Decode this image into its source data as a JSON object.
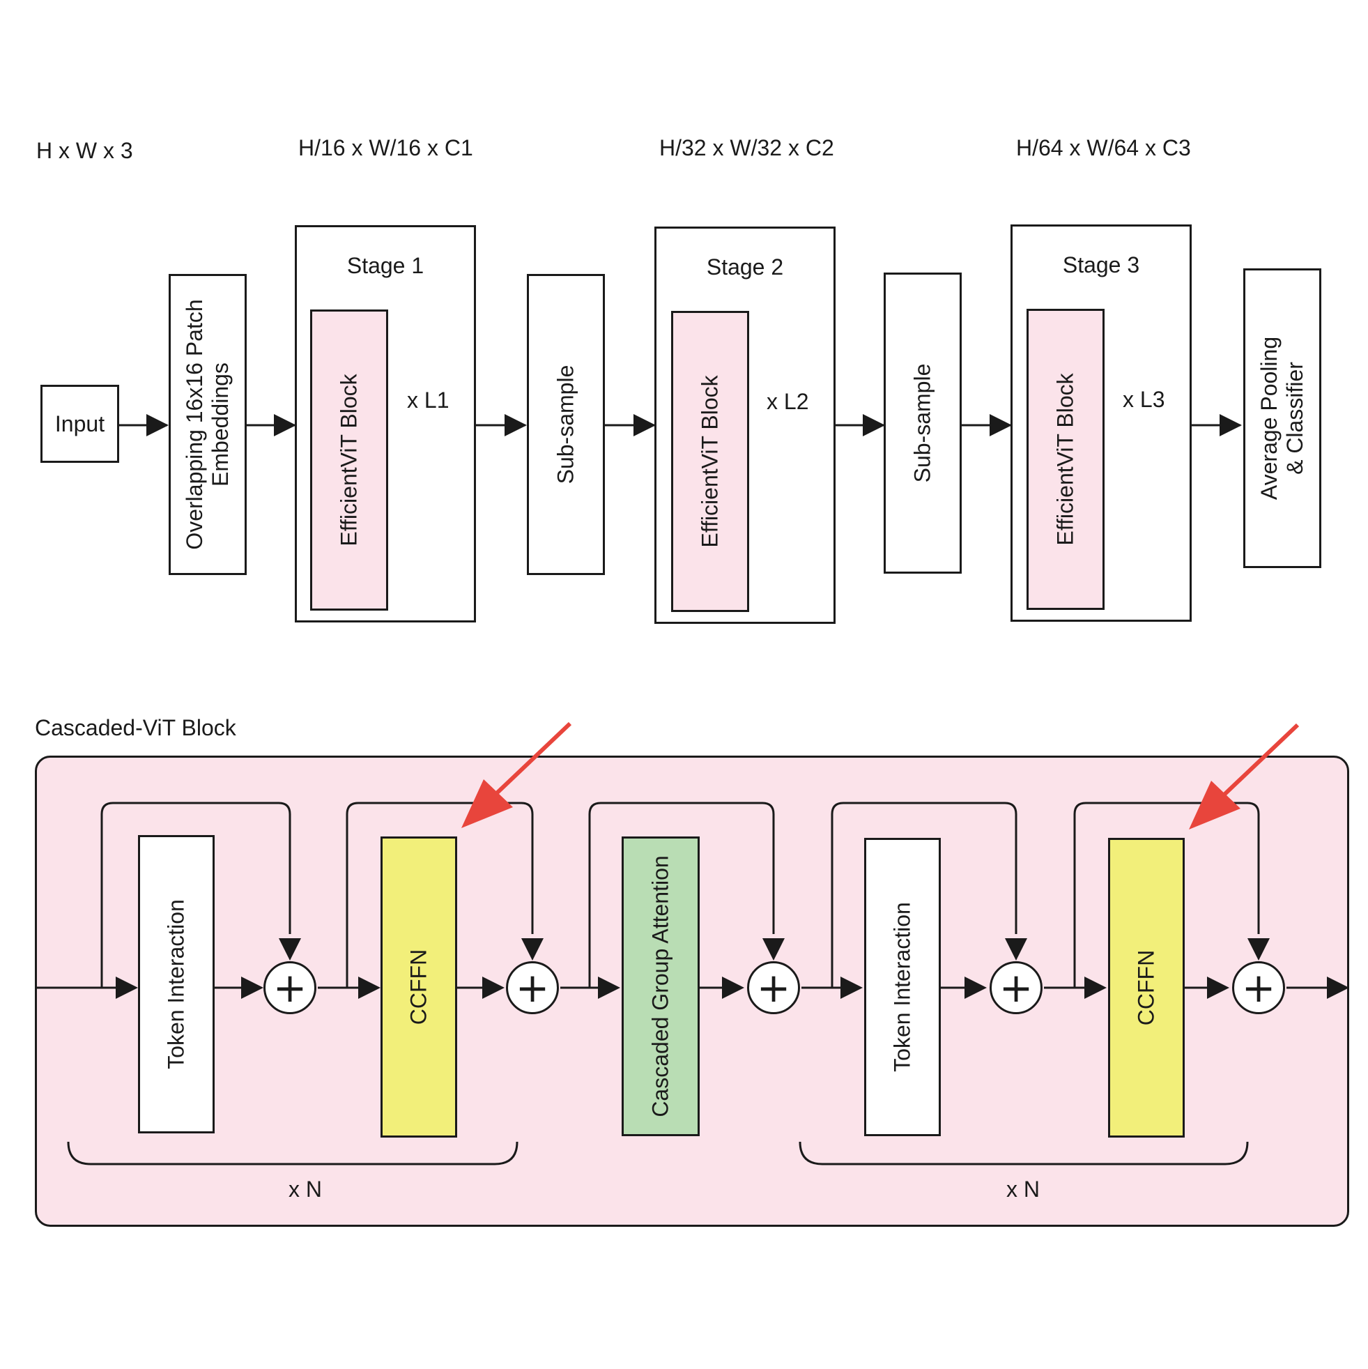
{
  "dims": {
    "input": "H x W x 3",
    "stage1": "H/16 x W/16 x C1",
    "stage2": "H/32 x W/32 x C2",
    "stage3": "H/64 x W/64 x C3"
  },
  "top": {
    "input_label": "Input",
    "patch_embed_line1": "Overlapping 16x16 Patch",
    "patch_embed_line2": "Embeddings",
    "stage1_title": "Stage 1",
    "stage2_title": "Stage 2",
    "stage3_title": "Stage 3",
    "block_label": "EfficientViT Block",
    "repeat1": "x L1",
    "repeat2": "x L2",
    "repeat3": "x L3",
    "subsample": "Sub-sample",
    "pool_line1": "Average Pooling",
    "pool_line2": "& Classifier"
  },
  "bottom": {
    "section_title": "Cascaded-ViT Block",
    "token_interaction": "Token Interaction",
    "ccffn": "CCFFN",
    "cascaded_attention": "Cascaded Group Attention",
    "repeat_n": "x N",
    "plus_symbol": "+"
  },
  "colors": {
    "block_pink": "#fbe3ea",
    "ffn_yellow": "#f2ef7a",
    "attention_green": "#b9ddb4",
    "highlight_arrow": "#e8453c"
  }
}
